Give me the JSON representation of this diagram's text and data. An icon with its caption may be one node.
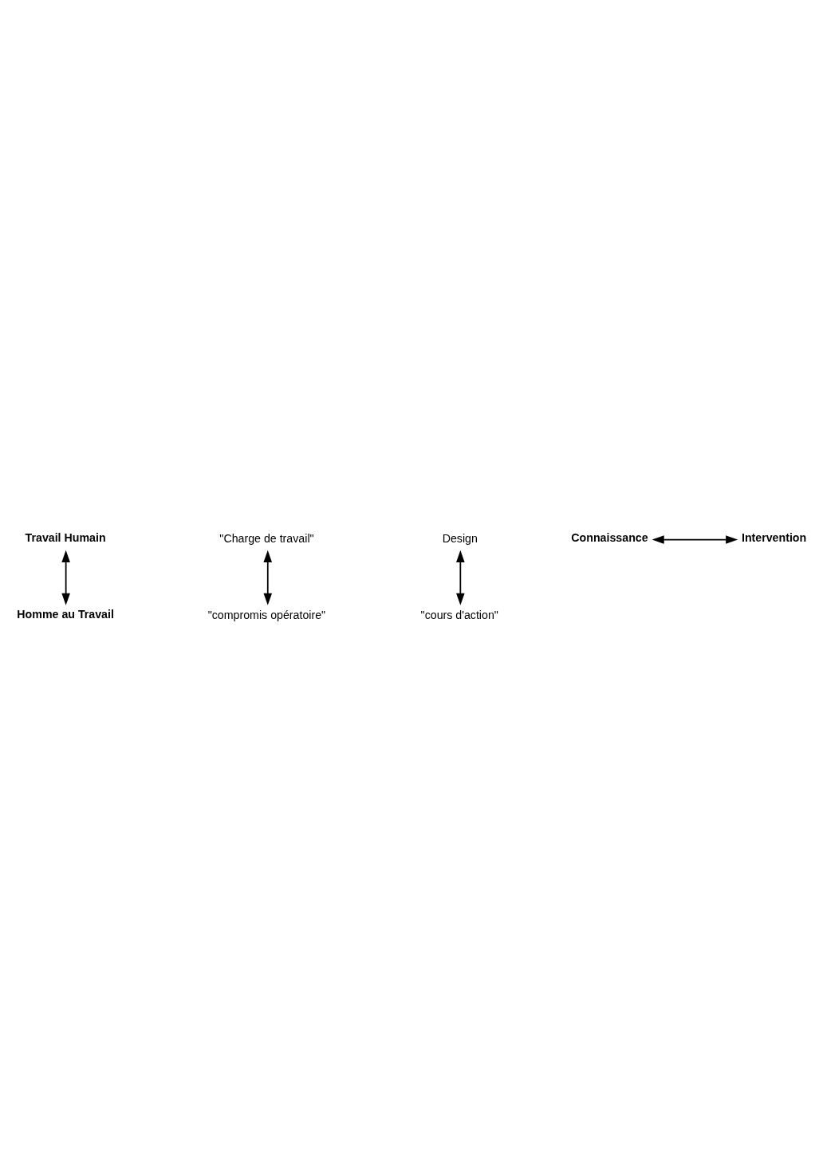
{
  "diagram": {
    "nodes": [
      {
        "text": [
          "Travail Humain"
        ]
      },
      {
        "text": [
          "\"Charge de travail\""
        ]
      },
      {
        "text": [
          "Design"
        ]
      },
      {
        "text": [
          "Connaissance"
        ]
      },
      {
        "text": [
          "Intervention"
        ]
      },
      {
        "text": [
          "\"cours d'action\""
        ]
      },
      {
        "text": [
          "\"compromis opératoire\""
        ]
      },
      {
        "text": [
          "Homme au Travail"
        ]
      }
    ],
    "edges": [
      {
        "from": 0,
        "to": 7,
        "arrow": "both"
      },
      {
        "from": 1,
        "to": 6,
        "arrow": "both"
      },
      {
        "from": 2,
        "to": 5,
        "arrow": "both"
      },
      {
        "from": 3,
        "to": 4,
        "arrow": "both"
      }
    ]
  }
}
